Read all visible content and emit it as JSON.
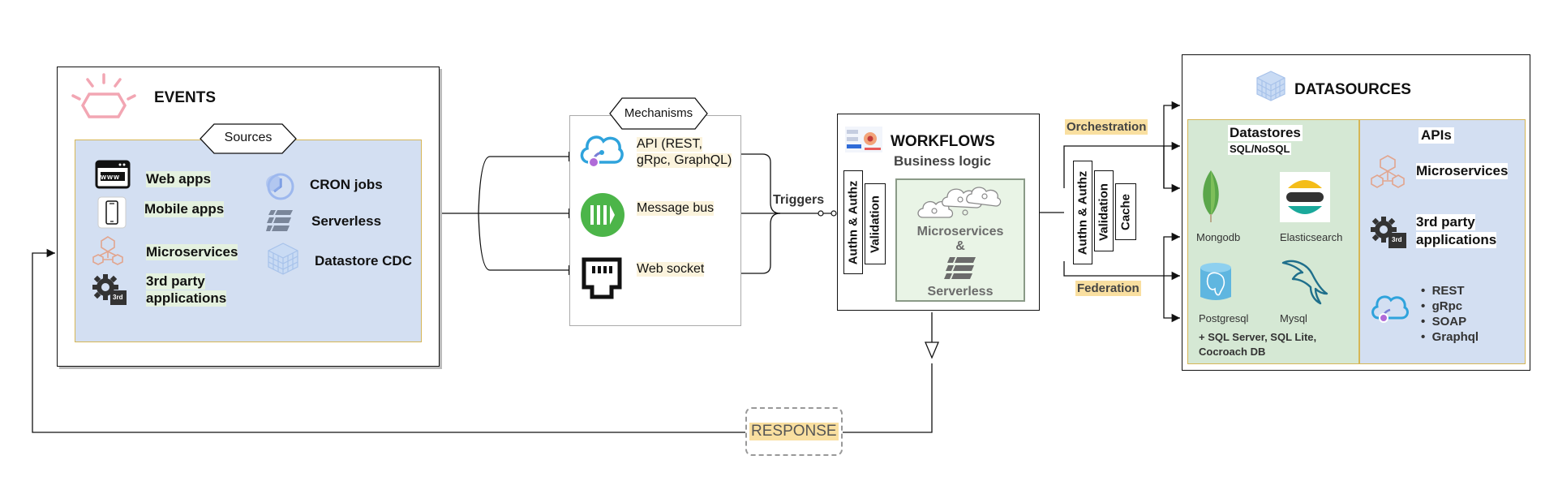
{
  "events": {
    "title": "EVENTS",
    "sources_label": "Sources",
    "items": [
      "Web apps",
      "Mobile apps",
      "Microservices",
      "3rd party",
      "applications",
      "CRON jobs",
      "Serverless",
      "Datastore CDC"
    ],
    "web_icon_text": "www",
    "badge_3rd": "3rd"
  },
  "mechanisms": {
    "label": "Mechanisms",
    "api_line1": "API (REST,",
    "api_line2": "gRpc, GraphQL)",
    "message_bus": "Message bus",
    "web_socket": "Web socket"
  },
  "triggers": "Triggers",
  "workflows": {
    "title": "WORKFLOWS",
    "subtitle": "Business logic",
    "authn": "Authn & Authz",
    "validation": "Validation",
    "micro": "Microservices",
    "amp": "&",
    "serverless": "Serverless"
  },
  "gateway": {
    "authn": "Authn & Authz",
    "validation": "Validation",
    "cache": "Cache",
    "orchestration": "Orchestration",
    "federation": "Federation"
  },
  "response": "RESPONSE",
  "datasources": {
    "title": "DATASOURCES",
    "datastores_title": "Datastores",
    "datastores_sub": "SQL/NoSQL",
    "mongodb": "Mongodb",
    "elasticsearch": "Elasticsearch",
    "postgresql": "Postgresql",
    "mysql": "Mysql",
    "extra_line1": "+ SQL Server, SQL Lite,",
    "extra_line2": "Cocroach DB",
    "apis_title": "APIs",
    "apis_micro": "Microservices",
    "apis_3rd_1": "3rd party",
    "apis_3rd_2": "applications",
    "protocols": [
      "REST",
      "gRpc",
      "SOAP",
      "Graphql"
    ]
  },
  "colors": {
    "events_panel": "#d3dff2",
    "panel_border": "#d6b656",
    "datastores_panel": "#d5e8d4",
    "apis_panel": "#d3dff2",
    "workflow_inner": "#e9f4e6",
    "response_bg": "#f9dfa0",
    "ibm_pink": "#f2a6b3"
  }
}
